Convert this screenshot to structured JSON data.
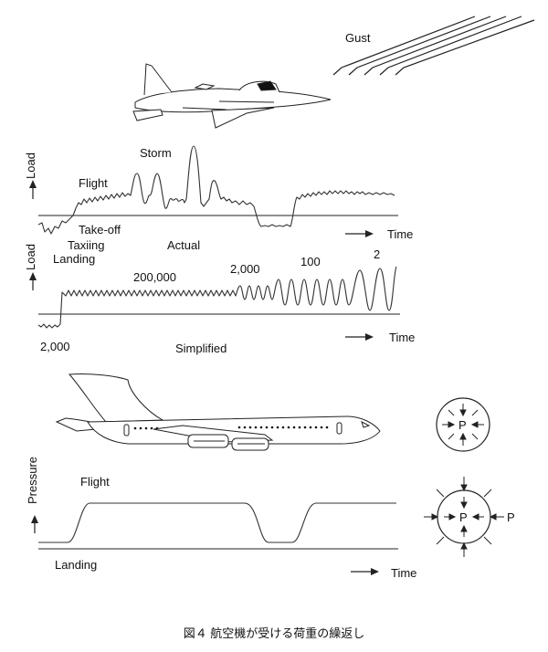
{
  "top_panel": {
    "gust": "Gust",
    "storm": "Storm",
    "flight": "Flight",
    "take_off": "Take-off",
    "taxiing": "Taxiing",
    "landing": "Landing",
    "actual": "Actual",
    "y_axis": "Load",
    "x_axis": "Time"
  },
  "middle_panel": {
    "y_axis": "Load",
    "x_axis": "Time",
    "simplified": "Simplified",
    "counts": [
      "2,000",
      "200,000",
      "2,000",
      "100",
      "2"
    ]
  },
  "bottom_panel": {
    "y_axis": "Pressure",
    "x_axis": "Time",
    "flight": "Flight",
    "landing": "Landing",
    "pressure_symbol": "P",
    "external_p": "P"
  },
  "caption": "図４ 航空機が受ける荷重の繰返し"
}
